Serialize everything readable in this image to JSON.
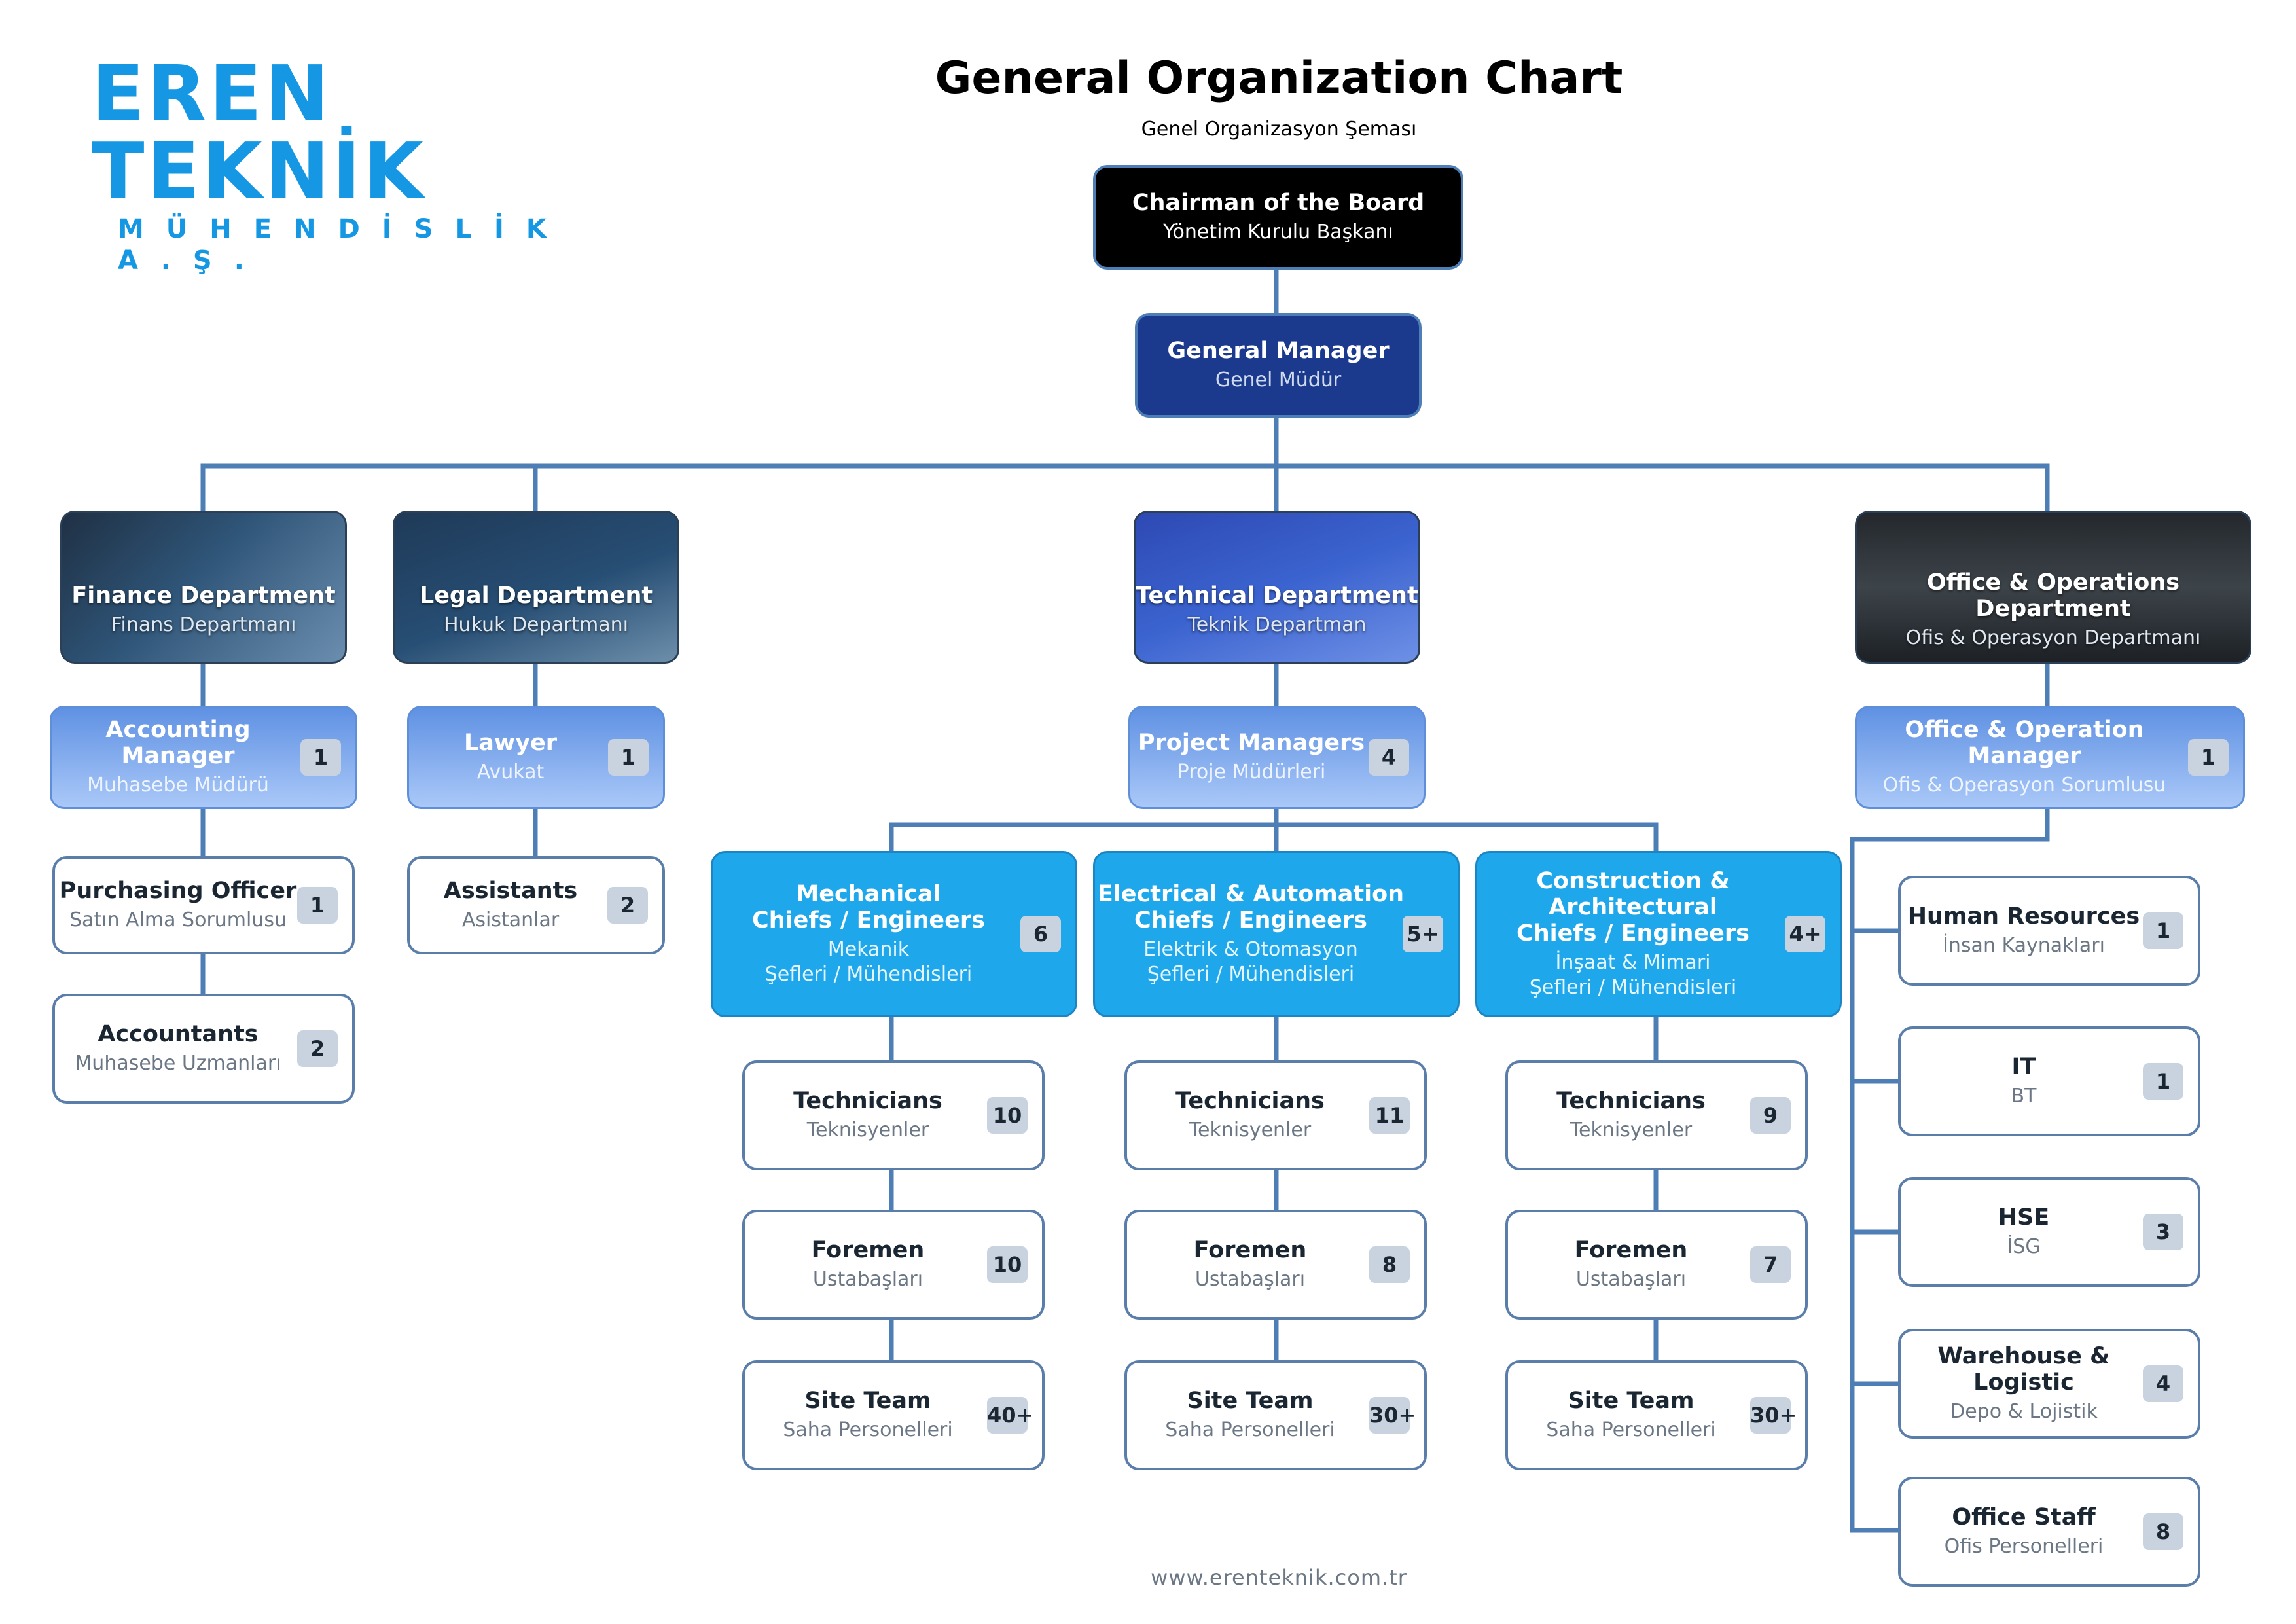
{
  "logo": {
    "main": "EREN TEKNİK",
    "sub": "MÜHENDİSLİK A.Ş."
  },
  "header": {
    "title": "General Organization Chart",
    "subtitle": "Genel Organizasyon Şeması"
  },
  "footer": {
    "website": "www.erenteknik.com.tr"
  },
  "nodes": {
    "chairman": {
      "title": "Chairman of the Board",
      "sub": "Yönetim Kurulu Başkanı"
    },
    "gm": {
      "title": "General Manager",
      "sub": "Genel Müdür"
    },
    "finance_dept": {
      "title": "Finance Department",
      "sub": "Finans Departmanı"
    },
    "legal_dept": {
      "title": "Legal Department",
      "sub": "Hukuk Departmanı"
    },
    "technical_dept": {
      "title": "Technical Department",
      "sub": "Teknik Departman"
    },
    "office_dept": {
      "title": "Office & Operations Department",
      "sub": "Ofis & Operasyon Departmanı"
    },
    "accounting_mgr": {
      "title": "Accounting Manager",
      "sub": "Muhasebe Müdürü",
      "count": "1"
    },
    "purchasing": {
      "title": "Purchasing Officer",
      "sub": "Satın Alma Sorumlusu",
      "count": "1"
    },
    "accountants": {
      "title": "Accountants",
      "sub": "Muhasebe Uzmanları",
      "count": "2"
    },
    "lawyer": {
      "title": "Lawyer",
      "sub": "Avukat",
      "count": "1"
    },
    "assistants": {
      "title": "Assistants",
      "sub": "Asistanlar",
      "count": "2"
    },
    "project_mgrs": {
      "title": "Project Managers",
      "sub": "Proje Müdürleri",
      "count": "4"
    },
    "mechanical": {
      "title": "Mechanical\nChiefs / Engineers",
      "sub": "Mekanik\nŞefleri / Mühendisleri",
      "count": "6"
    },
    "electrical": {
      "title": "Electrical & Automation\nChiefs / Engineers",
      "sub": "Elektrik & Otomasyon\nŞefleri / Mühendisleri",
      "count": "5+"
    },
    "construction": {
      "title": "Construction & Architectural\nChiefs / Engineers",
      "sub": "İnşaat & Mimari\nŞefleri / Mühendisleri",
      "count": "4+"
    },
    "mech_tech": {
      "title": "Technicians",
      "sub": "Teknisyenler",
      "count": "10"
    },
    "mech_fore": {
      "title": "Foremen",
      "sub": "Ustabaşları",
      "count": "10"
    },
    "mech_site": {
      "title": "Site Team",
      "sub": "Saha Personelleri",
      "count": "40+"
    },
    "elec_tech": {
      "title": "Technicians",
      "sub": "Teknisyenler",
      "count": "11"
    },
    "elec_fore": {
      "title": "Foremen",
      "sub": "Ustabaşları",
      "count": "8"
    },
    "elec_site": {
      "title": "Site Team",
      "sub": "Saha Personelleri",
      "count": "30+"
    },
    "cons_tech": {
      "title": "Technicians",
      "sub": "Teknisyenler",
      "count": "9"
    },
    "cons_fore": {
      "title": "Foremen",
      "sub": "Ustabaşları",
      "count": "7"
    },
    "cons_site": {
      "title": "Site Team",
      "sub": "Saha Personelleri",
      "count": "30+"
    },
    "office_mgr": {
      "title": "Office & Operation Manager",
      "sub": "Ofis & Operasyon Sorumlusu",
      "count": "1"
    },
    "hr": {
      "title": "Human Resources",
      "sub": "İnsan Kaynakları",
      "count": "1"
    },
    "it": {
      "title": "IT",
      "sub": "BT",
      "count": "1"
    },
    "hse": {
      "title": "HSE",
      "sub": "İSG",
      "count": "3"
    },
    "warehouse": {
      "title": "Warehouse &\nLogistic",
      "sub": "Depo & Lojistik",
      "count": "4"
    },
    "office_staff": {
      "title": "Office Staff",
      "sub": "Ofis Personelleri",
      "count": "8"
    }
  }
}
